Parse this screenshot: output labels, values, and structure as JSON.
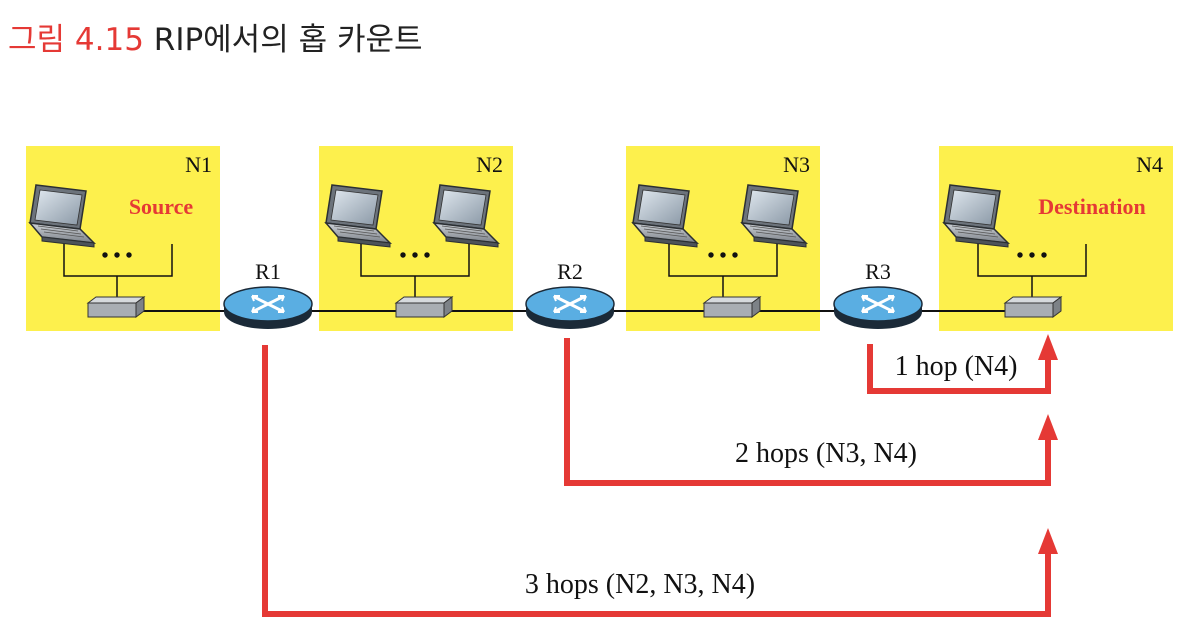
{
  "caption": {
    "figure_label": "그림 4.15",
    "title": "RIP에서의 홉 카운트"
  },
  "colors": {
    "network_bg": "#fdf04d",
    "arrow": "#e53935",
    "label_red": "#e53935",
    "router": "#5aaee2",
    "text": "#111111"
  },
  "networks": [
    {
      "name": "N1",
      "role_label": "Source"
    },
    {
      "name": "N2",
      "role_label": ""
    },
    {
      "name": "N3",
      "role_label": ""
    },
    {
      "name": "N4",
      "role_label": "Destination"
    }
  ],
  "routers": [
    {
      "name": "R1"
    },
    {
      "name": "R2"
    },
    {
      "name": "R3"
    }
  ],
  "ellipsis": "• • •",
  "hop_paths": [
    {
      "from": "R3",
      "label": "1 hop (N4)"
    },
    {
      "from": "R2",
      "label": "2 hops (N3, N4)"
    },
    {
      "from": "R1",
      "label": "3 hops (N2, N3, N4)"
    }
  ]
}
